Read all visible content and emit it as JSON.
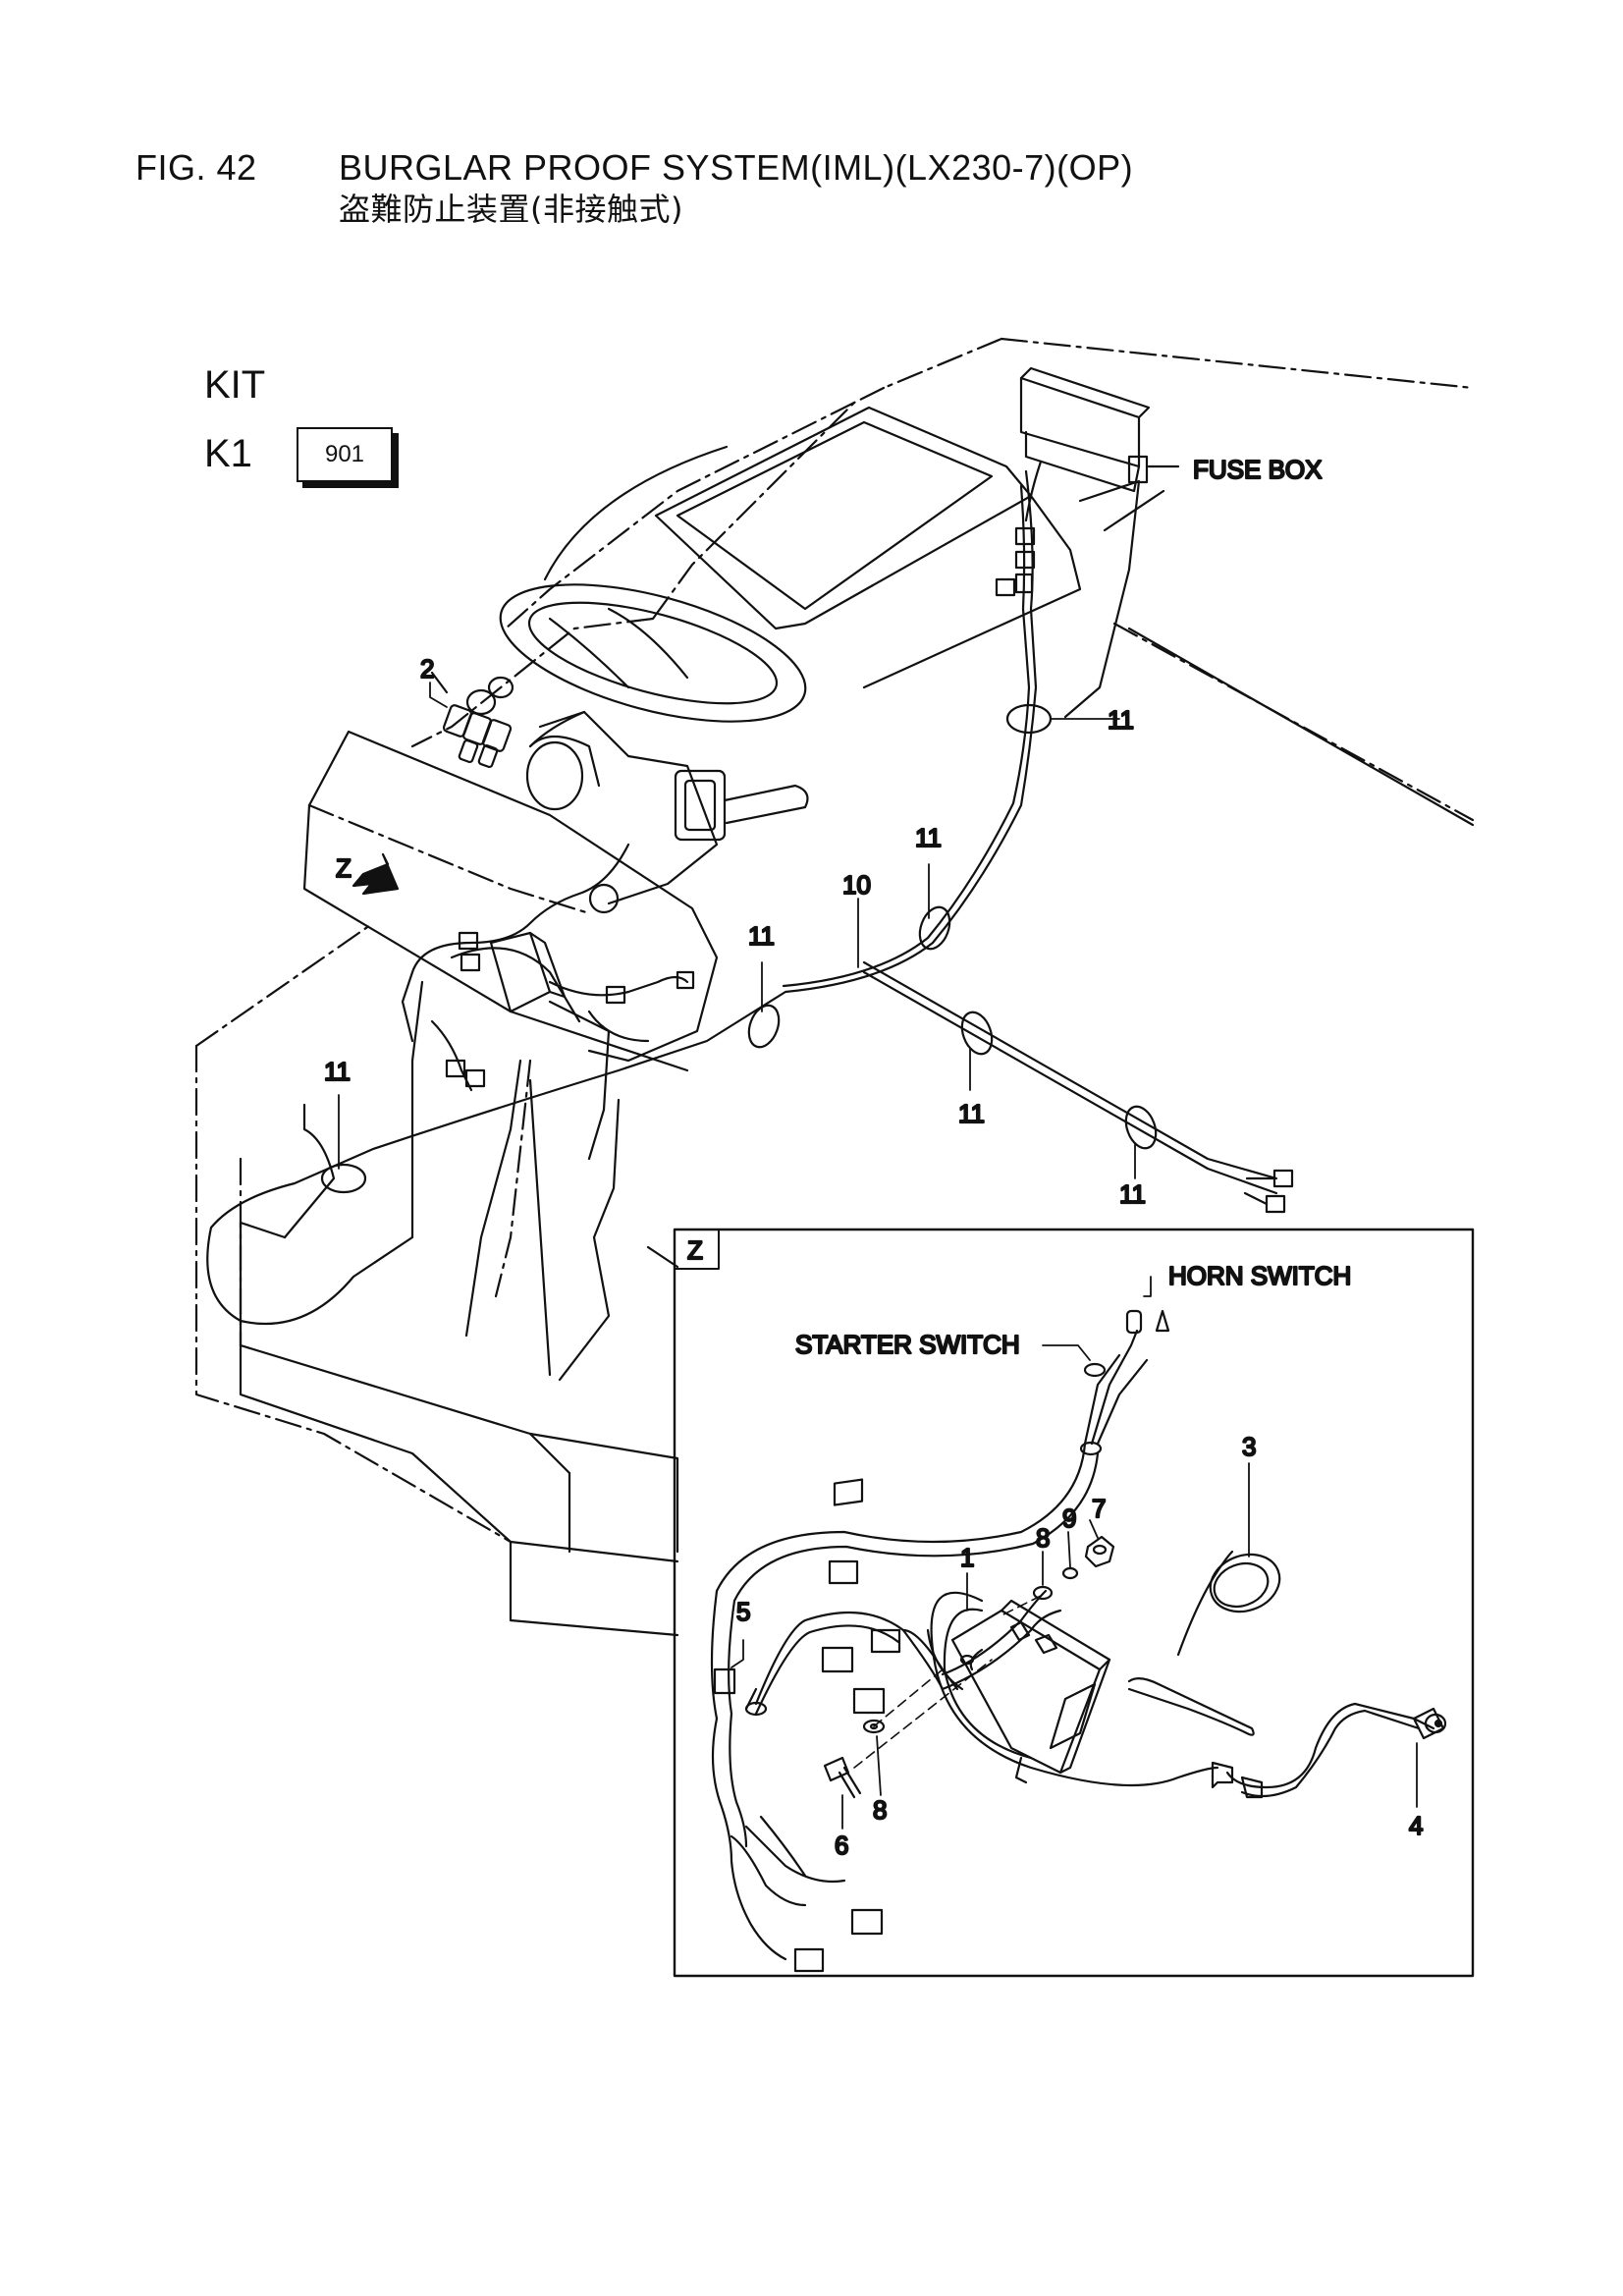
{
  "header": {
    "figure_number": "FIG. 42",
    "title": "BURGLAR PROOF SYSTEM(IML)(LX230-7)(OP)",
    "title_jp": "盗難防止装置(非接触式)"
  },
  "kit": {
    "label": "KIT",
    "k1": "K1",
    "box": "901"
  },
  "labels": {
    "fuse_box": "FUSE BOX",
    "horn_switch": "HORN SWITCH",
    "starter_switch": "STARTER SWITCH",
    "detail_z": "Z",
    "view_z": "Z"
  },
  "callouts": {
    "c1": "1",
    "c2": "2",
    "c3": "3",
    "c4": "4",
    "c5": "5",
    "c6": "6",
    "c7": "7",
    "c8a": "8",
    "c8b": "8",
    "c9": "9",
    "c10": "10",
    "c11a": "11",
    "c11b": "11",
    "c11c": "11",
    "c11d": "11",
    "c11e": "11",
    "c11f": "11"
  }
}
